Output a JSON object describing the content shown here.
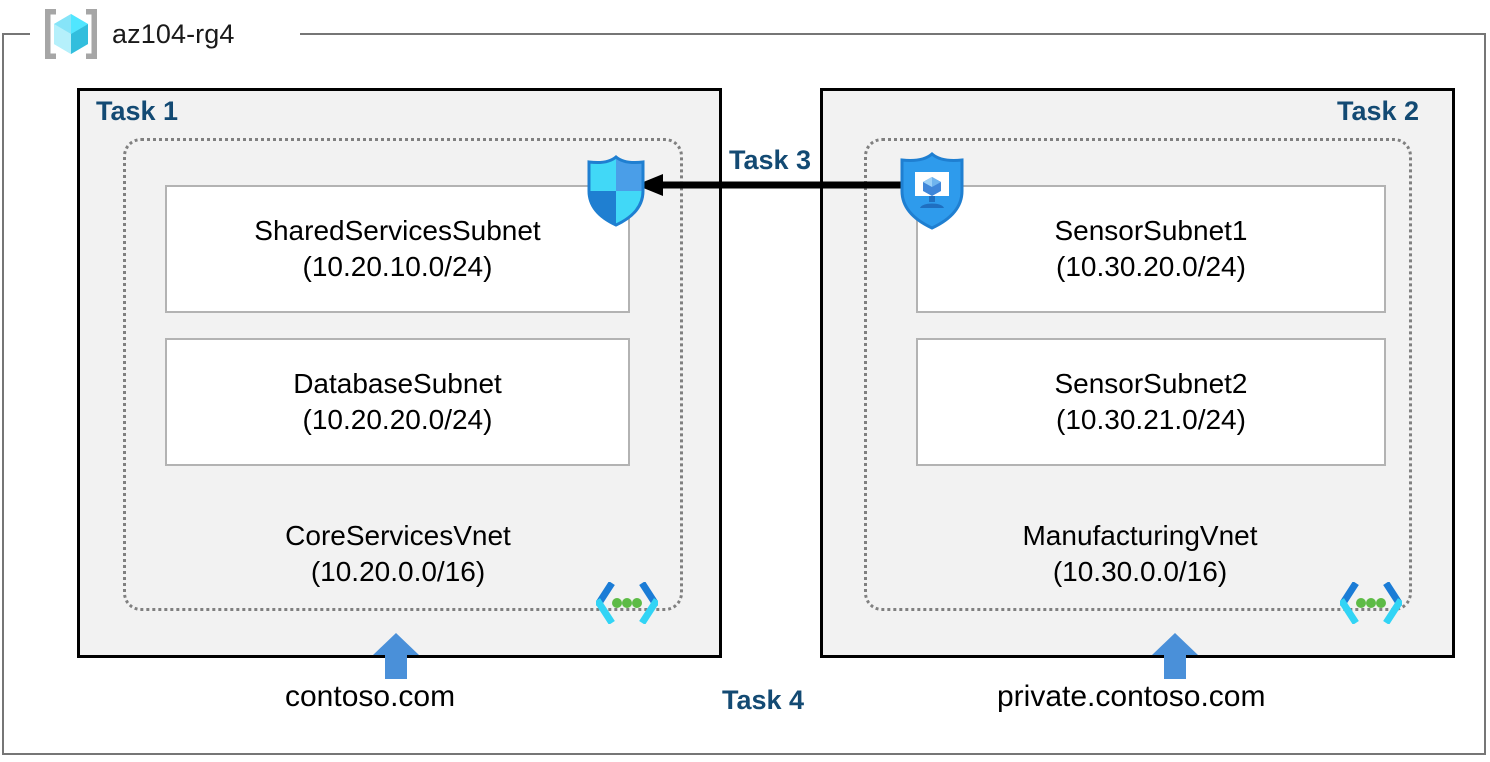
{
  "resource_group": {
    "name": "az104-rg4",
    "icon": "azure-resource-group-cube-icon"
  },
  "tasks": {
    "task1": "Task 1",
    "task2": "Task 2",
    "task3": "Task 3",
    "task4": "Task 4"
  },
  "vnets": [
    {
      "id": "corevnet",
      "name": "CoreServicesVnet",
      "cidr": "(10.20.0.0/16)",
      "icon": "virtual-network-icon",
      "subnets": [
        {
          "name": "SharedServicesSubnet",
          "cidr": "(10.20.10.0/24)"
        },
        {
          "name": "DatabaseSubnet",
          "cidr": "(10.20.20.0/24)"
        }
      ],
      "dns_zone": "contoso.com"
    },
    {
      "id": "manufacturingvnet",
      "name": "ManufacturingVnet",
      "cidr": "(10.30.0.0/16)",
      "icon": "virtual-network-icon",
      "subnets": [
        {
          "name": "SensorSubnet1",
          "cidr": "(10.30.20.0/24)"
        },
        {
          "name": "SensorSubnet2",
          "cidr": "(10.30.21.0/24)"
        }
      ],
      "dns_zone": "private.contoso.com"
    }
  ],
  "icons": {
    "firewall": "shield-icon",
    "bastion": "bastion-shield-monitor-icon",
    "peering_arrow": "left-arrow-icon",
    "dns_arrow": "up-arrow-icon"
  },
  "colors": {
    "task_label": "#134a73",
    "panel_fill": "#f2f2f2",
    "panel_border": "#000000",
    "vnet_dotted_border": "#808080",
    "subnet_border": "#b3b3b3",
    "cube_cyan": "#50e6ff",
    "shield_blue": "#0078d4",
    "arrow_blue": "#4a90d9",
    "vnet_icon_green": "#5dbb46",
    "frame_gray": "#767676"
  }
}
